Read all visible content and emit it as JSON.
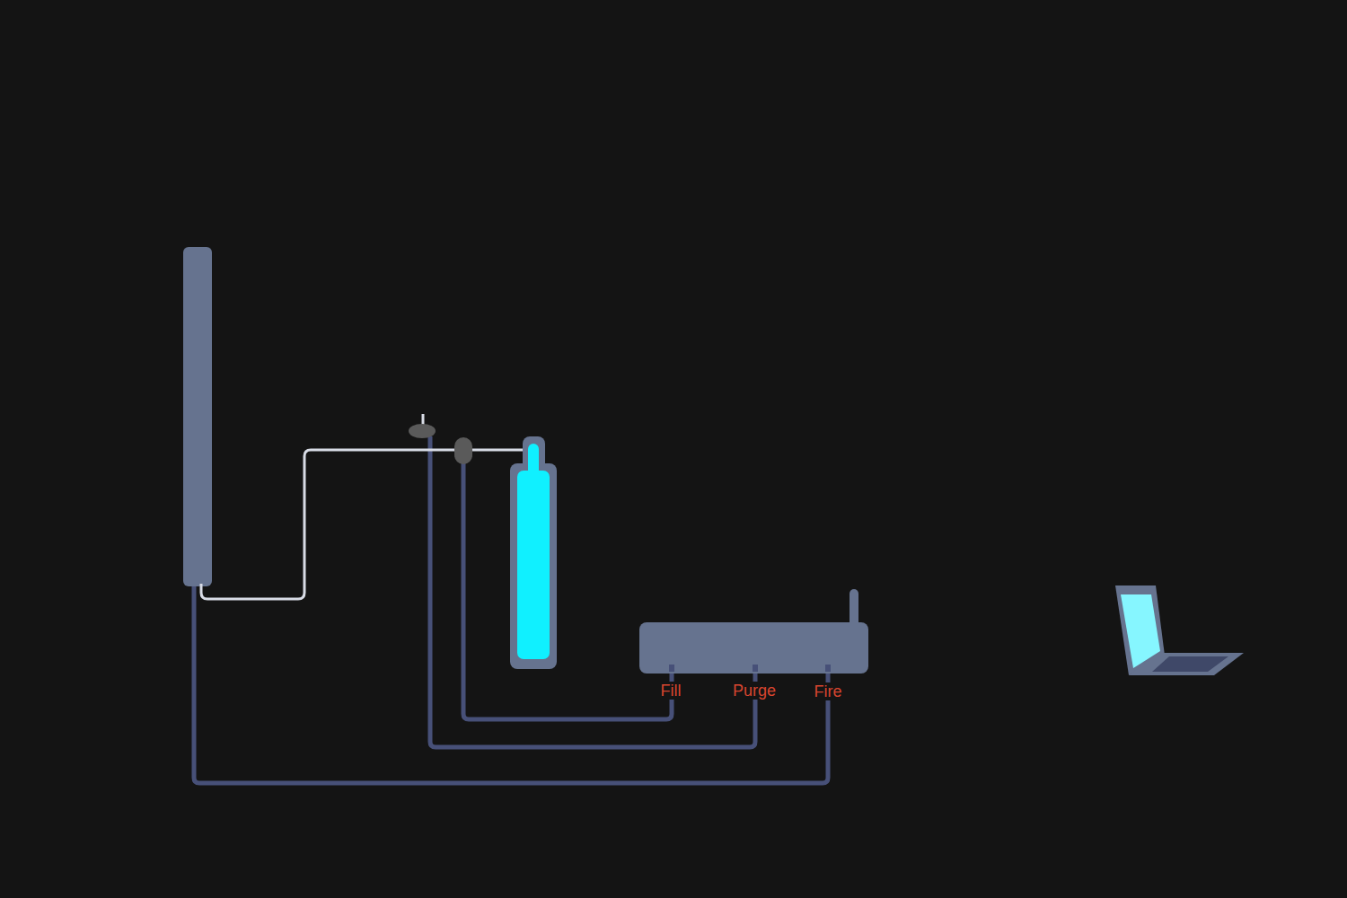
{
  "diagram": {
    "labels": [
      "Fill",
      "Purge",
      "Fire"
    ]
  }
}
